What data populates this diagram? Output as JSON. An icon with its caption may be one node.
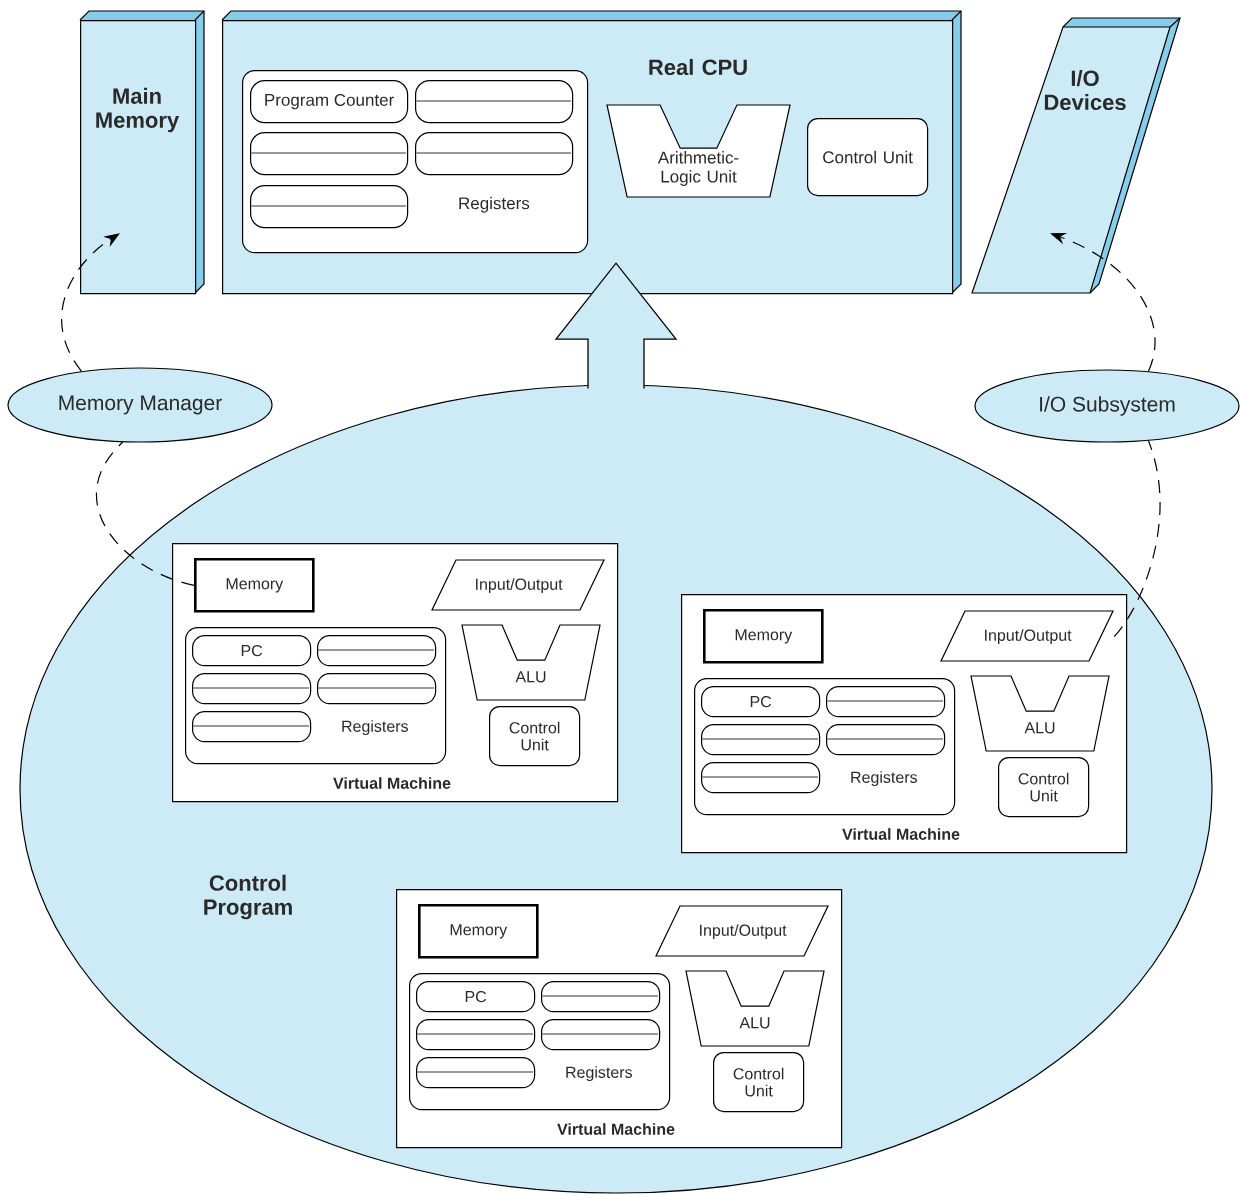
{
  "diagram": {
    "nodes": [
      {
        "text": [
          "Main Memory"
        ]
      },
      {
        "text": [
          "Real CPU"
        ]
      },
      {
        "text": [
          "Registers"
        ],
        "in": 1
      },
      {
        "text": [
          "Program Counter"
        ],
        "in": 2
      },
      {
        "text": [],
        "shape": "box",
        "in": 2
      },
      {
        "text": [],
        "shape": "box",
        "in": 2
      },
      {
        "text": [],
        "shape": "box",
        "in": 2
      },
      {
        "text": [],
        "shape": "box",
        "in": 2
      },
      {
        "text": [
          "Arithmetic-Logic Unit"
        ],
        "in": 1
      },
      {
        "text": [
          "Control Unit"
        ],
        "in": 1
      },
      {
        "text": [
          "I/O Devices"
        ]
      },
      {
        "text": [
          "Memory Manager"
        ]
      },
      {
        "text": [
          "I/O Subsystem"
        ]
      },
      {
        "text": [
          "Control Program"
        ]
      },
      {
        "text": [
          "Virtual Machine"
        ],
        "in": 13
      },
      {
        "text": [
          "Memory"
        ],
        "in": 14
      },
      {
        "text": [
          "Input/Output"
        ],
        "in": 14
      },
      {
        "text": [
          "Registers"
        ],
        "in": 14
      },
      {
        "text": [
          "PC"
        ],
        "in": 17
      },
      {
        "text": [],
        "shape": "box",
        "in": 17
      },
      {
        "text": [],
        "shape": "box",
        "in": 17
      },
      {
        "text": [],
        "shape": "box",
        "in": 17
      },
      {
        "text": [],
        "shape": "box",
        "in": 17
      },
      {
        "text": [
          "ALU"
        ],
        "in": 14
      },
      {
        "text": [
          "Control Unit"
        ],
        "in": 14
      },
      {
        "text": [
          "Virtual Machine"
        ],
        "in": 13
      },
      {
        "text": [
          "Memory"
        ],
        "in": 25
      },
      {
        "text": [
          "Input/Output"
        ],
        "in": 25
      },
      {
        "text": [
          "Registers"
        ],
        "in": 25
      },
      {
        "text": [
          "PC"
        ],
        "in": 28
      },
      {
        "text": [],
        "shape": "box",
        "in": 28
      },
      {
        "text": [],
        "shape": "box",
        "in": 28
      },
      {
        "text": [],
        "shape": "box",
        "in": 28
      },
      {
        "text": [],
        "shape": "box",
        "in": 28
      },
      {
        "text": [
          "ALU"
        ],
        "in": 25
      },
      {
        "text": [
          "Control Unit"
        ],
        "in": 25
      },
      {
        "text": [
          "Virtual Machine"
        ],
        "in": 13
      },
      {
        "text": [
          "Memory"
        ],
        "in": 36
      },
      {
        "text": [
          "Input/Output"
        ],
        "in": 36
      },
      {
        "text": [
          "Registers"
        ],
        "in": 36
      },
      {
        "text": [
          "PC"
        ],
        "in": 39
      },
      {
        "text": [],
        "shape": "box",
        "in": 39
      },
      {
        "text": [],
        "shape": "box",
        "in": 39
      },
      {
        "text": [],
        "shape": "box",
        "in": 39
      },
      {
        "text": [],
        "shape": "box",
        "in": 39
      },
      {
        "text": [
          "ALU"
        ],
        "in": 36
      },
      {
        "text": [
          "Control Unit"
        ],
        "in": 36
      }
    ],
    "edges": [
      {
        "from": 15,
        "to": 11,
        "arrow": "none",
        "style": "dashed"
      },
      {
        "from": 11,
        "to": 0,
        "arrow": "to",
        "style": "dashed"
      },
      {
        "from": 27,
        "to": 12,
        "arrow": "none",
        "style": "dashed"
      },
      {
        "from": 12,
        "to": 10,
        "arrow": "to",
        "style": "dashed"
      },
      {
        "from": 13,
        "to": 1,
        "arrow": "to",
        "style": "thick"
      }
    ]
  }
}
